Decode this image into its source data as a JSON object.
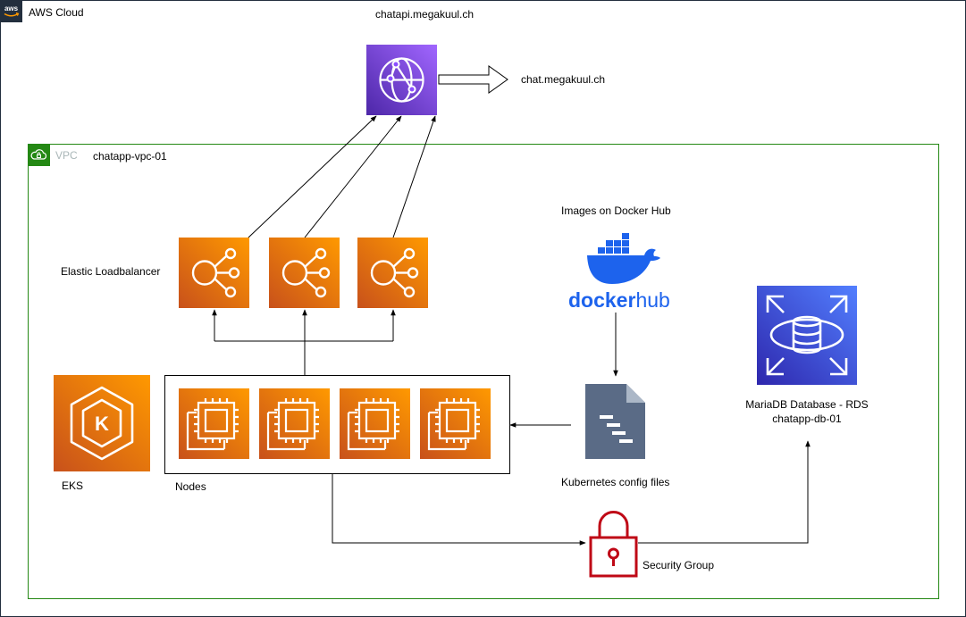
{
  "aws_cloud": {
    "label": "AWS Cloud",
    "logo_text": "aws",
    "domain_api": "chatapi.megakuul.ch",
    "domain_chat": "chat.megakuul.ch"
  },
  "vpc": {
    "badge_label": "VPC",
    "name": "chatapp-vpc-01"
  },
  "load_balancer": {
    "label": "Elastic Loadbalancer",
    "count": 3
  },
  "eks": {
    "label": "EKS"
  },
  "nodes": {
    "label": "Nodes",
    "count": 4
  },
  "docker": {
    "caption": "Images on Docker Hub",
    "wordmark_left": "docker",
    "wordmark_right": "hub"
  },
  "k8s_config": {
    "label": "Kubernetes config files"
  },
  "database": {
    "label": "MariaDB Database - RDS",
    "name": "chatapp-db-01"
  },
  "security_group": {
    "label": "Security Group"
  },
  "colors": {
    "aws_dark": "#232F3E",
    "vpc_green": "#248814",
    "compute_orange": "#ED7100",
    "cloudfront_purple": "#8C4FFF",
    "rds_blue": "#3334B9",
    "security_red": "#BF0816",
    "docker_blue": "#1D63ED",
    "doc_gray": "#5A6B86"
  },
  "icons": {
    "cdn": "cloudfront-icon",
    "elb": "elastic-load-balancing-icon",
    "eks": "kubernetes-icon",
    "ec2": "ec2-instance-icon",
    "docker": "docker-whale-icon",
    "config": "config-file-icon",
    "rds": "rds-database-icon",
    "lock": "lock-icon"
  }
}
